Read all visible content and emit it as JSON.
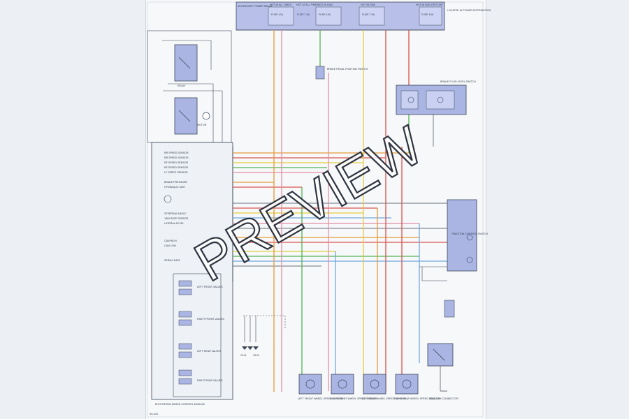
{
  "diagram": {
    "watermark": "PREVIEW",
    "page_number": "SC-001",
    "colors": {
      "background": "#eceff3",
      "page": "#f7f8fa",
      "component_fill": "#aab5e4",
      "line": "#3a4656",
      "wire_orange": "#e59a3a",
      "wire_red": "#d9534f",
      "wire_green": "#54b254",
      "wire_yellow": "#e2cd3c",
      "wire_blue": "#6fa8dc",
      "wire_pink": "#e38fa6"
    },
    "top_fuses": [
      {
        "heading": "HOT IN ALL TIMES",
        "text": "FUSE 10A"
      },
      {
        "heading": "HOT AT ALL TIMES",
        "text": "FUSE 7.5A"
      },
      {
        "heading": "HOT IN RUN",
        "text": "FUSE 15A"
      },
      {
        "heading": "HOT IN RUN",
        "text": "FUSE 7.5A"
      },
      {
        "heading": "HOT IN RUN OR START",
        "text": "FUSE 10A"
      }
    ],
    "top_note_left": "ACCESSORY POWER RELAY",
    "top_note_right": "LOCATED IN POWER DISTRIBUTION",
    "relay_labels": [
      "RELAY",
      "MOTOR"
    ],
    "module_pins": [
      "RR SPEED SENSOR",
      "RR SPEED SENSOR",
      "RF SPEED SENSOR",
      "RF SPEED SENSOR",
      "LF SPEED SENSOR",
      "BRAKE PRESSURE",
      "HYDRAULIC UNIT",
      "STEERING ANGLE",
      "YAW RATE SENSOR",
      "LATERAL ACCEL",
      "CAN HIGH",
      "CAN LOW",
      "SERIAL DATA"
    ],
    "module_title": "ELECTRONIC BRAKE CONTROL MODULE",
    "valve_groups": [
      "LEFT FRONT VALVES",
      "RIGHT FRONT VALVES",
      "LEFT REAR VALVES",
      "RIGHT REAR VALVES"
    ],
    "wheel_sensors": [
      "LEFT FRONT WHEEL SPEED SENSOR",
      "RIGHT FRONT WHEEL SPEED SENSOR",
      "LEFT REAR WHEEL SPEED SENSOR",
      "RIGHT REAR WHEEL SPEED SENSOR"
    ],
    "switch_labels": [
      "BRAKE PEDAL POSITION SWITCH",
      "TRACTION CONTROL SWITCH"
    ],
    "ground_labels": [
      "G101",
      "G102"
    ],
    "right_note": "BRAKE FLUID LEVEL SWITCH",
    "bottom_note": "DATA LINK CONNECTOR"
  }
}
